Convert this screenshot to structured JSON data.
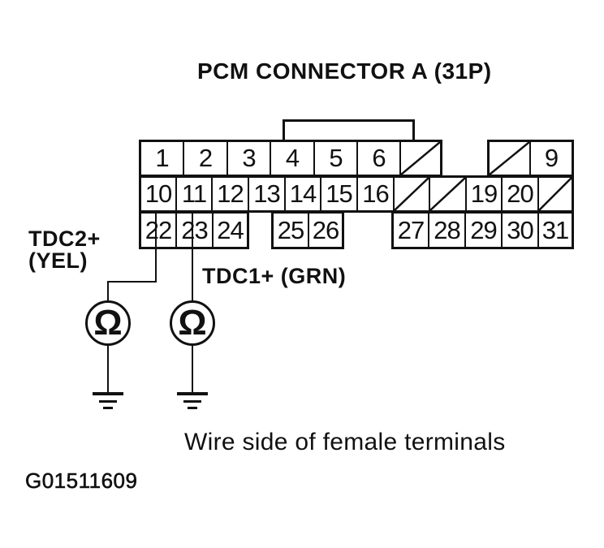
{
  "title": "PCM CONNECTOR A (31P)",
  "connector": {
    "name": "PCM Connector A",
    "pin_count_label": "31P",
    "rows": [
      {
        "cells": [
          {
            "type": "pin",
            "label": "1"
          },
          {
            "type": "pin",
            "label": "2"
          },
          {
            "type": "pin",
            "label": "3"
          },
          {
            "type": "pin",
            "label": "4"
          },
          {
            "type": "pin",
            "label": "5"
          },
          {
            "type": "pin",
            "label": "6"
          },
          {
            "type": "slash"
          },
          {
            "type": "gap"
          },
          {
            "type": "slash"
          },
          {
            "type": "pin",
            "label": "9"
          }
        ]
      },
      {
        "cells": [
          {
            "type": "pin",
            "label": "10"
          },
          {
            "type": "pin",
            "label": "11"
          },
          {
            "type": "pin",
            "label": "12"
          },
          {
            "type": "pin",
            "label": "13"
          },
          {
            "type": "pin",
            "label": "14"
          },
          {
            "type": "pin",
            "label": "15"
          },
          {
            "type": "pin",
            "label": "16"
          },
          {
            "type": "slash"
          },
          {
            "type": "slash"
          },
          {
            "type": "pin",
            "label": "19"
          },
          {
            "type": "pin",
            "label": "20"
          },
          {
            "type": "slash"
          }
        ]
      },
      {
        "cells": [
          {
            "type": "pin",
            "label": "22"
          },
          {
            "type": "pin",
            "label": "23"
          },
          {
            "type": "pin",
            "label": "24"
          },
          {
            "type": "gap"
          },
          {
            "type": "pin",
            "label": "25"
          },
          {
            "type": "pin",
            "label": "26"
          },
          {
            "type": "gap"
          },
          {
            "type": "pin",
            "label": "27"
          },
          {
            "type": "pin",
            "label": "28"
          },
          {
            "type": "pin",
            "label": "29"
          },
          {
            "type": "pin",
            "label": "30"
          },
          {
            "type": "pin",
            "label": "31"
          }
        ]
      }
    ]
  },
  "labels": {
    "tdc2_signal": "TDC2+",
    "tdc2_color": "(YEL)",
    "tdc1_signal": "TDC1+ (GRN)"
  },
  "meter_symbol": "Ω",
  "caption": "Wire side of female terminals",
  "figure_id": "G01511609",
  "colors": {
    "ink": "#111111",
    "background": "#ffffff"
  }
}
